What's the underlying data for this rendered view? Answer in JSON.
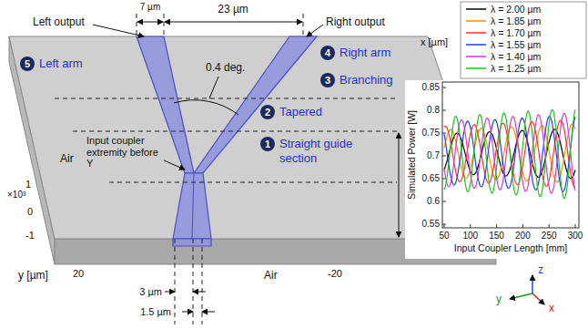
{
  "diagram": {
    "nodes": [
      {
        "text": [
          "5",
          "Left arm"
        ]
      },
      {
        "text": [
          "4",
          "Right arm"
        ]
      },
      {
        "text": [
          "3",
          "Branching"
        ]
      },
      {
        "text": [
          "2",
          "Tapered"
        ]
      },
      {
        "text": [
          "1",
          "Straight guide section"
        ]
      }
    ],
    "labels": [
      "Left output",
      "7 µm",
      "23 µm",
      "Right output",
      "0.4 deg.",
      "x [µm]",
      "Input coupler extremity before Y",
      "Air",
      "1",
      "×10³",
      "0",
      "-1",
      "Air",
      "y [µm]",
      "20",
      "-20",
      "3 µm",
      "1.5 µm",
      "z",
      "y",
      "x",
      "Simulated Power [W]",
      "Input Coupler Length [mm]",
      "0.85",
      "0.8",
      "0.75",
      "0.7",
      "0.65",
      "0.6",
      "0.55",
      "50",
      "100",
      "150",
      "200",
      "250",
      "300"
    ],
    "legend": [
      {
        "text": "λ = 2.00 µm"
      },
      {
        "text": "λ = 1.85 µm"
      },
      {
        "text": "λ = 1.70 µm"
      },
      {
        "text": "λ = 1.55 µm"
      },
      {
        "text": "λ = 1.40 µm"
      },
      {
        "text": "λ = 1.25 µm"
      }
    ]
  }
}
